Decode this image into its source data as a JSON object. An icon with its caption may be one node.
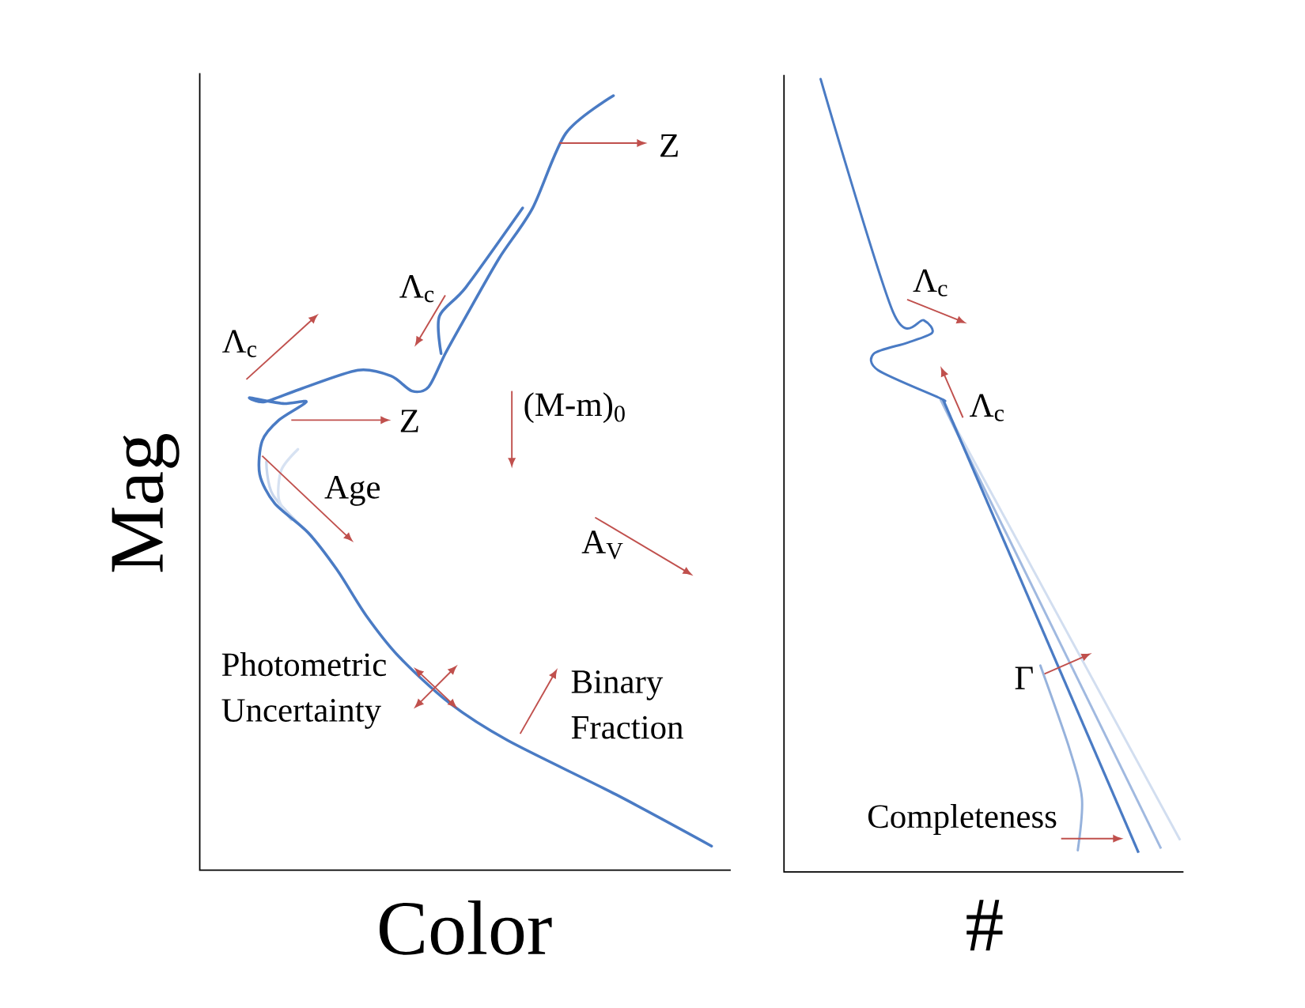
{
  "diagram": {
    "labels": [
      "Z",
      "Λ$_{c}$",
      "Λ$_{c}$",
      "Λ$_{c}$",
      "(M-m)$_{0}$",
      "Z",
      "Λ$_{c}$",
      "Age",
      "A$_{V}$",
      "Photometric Uncertainty",
      "Binary Fraction",
      "Γ",
      "Completeness",
      "Mag",
      "Color",
      "#"
    ]
  }
}
